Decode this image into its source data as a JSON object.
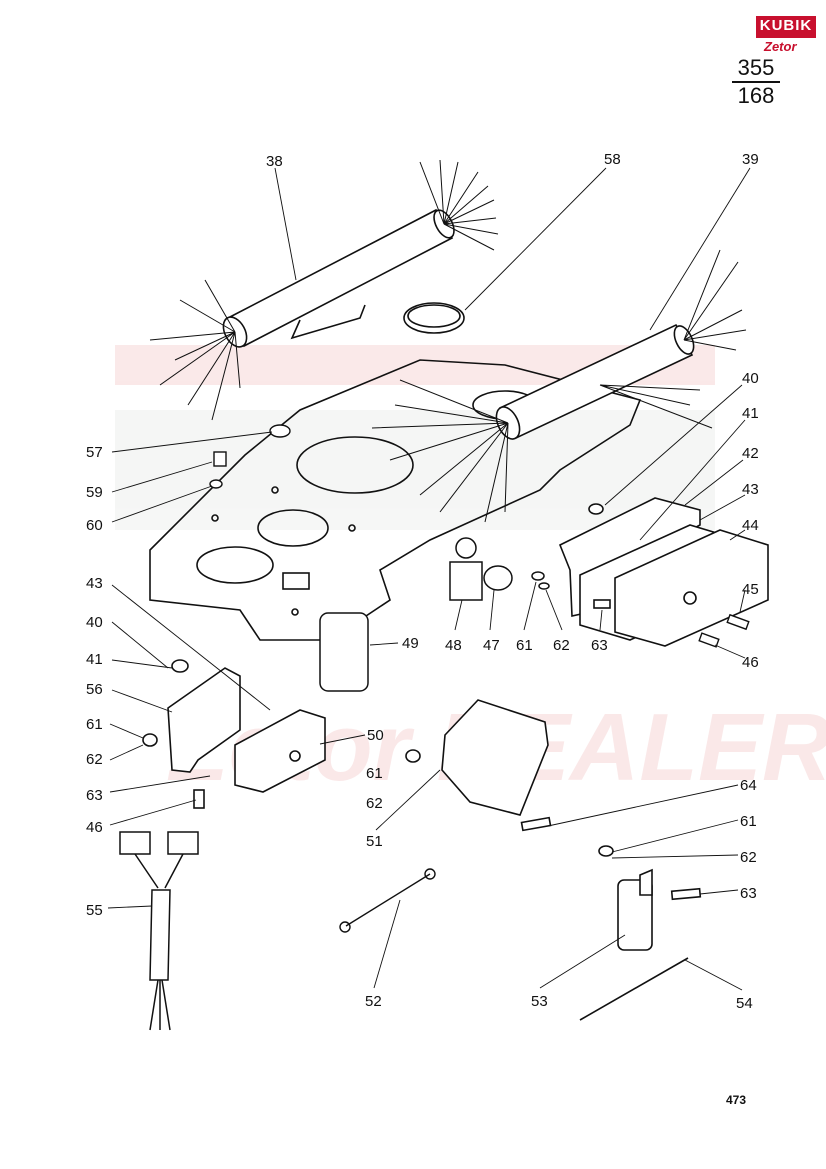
{
  "logo": {
    "brand": "KUBIK",
    "sub": "Zetor"
  },
  "page_ref": {
    "top": "355",
    "bottom": "168"
  },
  "page_number": "473",
  "watermark": "Zetor DEALER",
  "callouts": [
    {
      "id": "c38",
      "text": "38"
    },
    {
      "id": "c58",
      "text": "58"
    },
    {
      "id": "c39",
      "text": "39"
    },
    {
      "id": "c40a",
      "text": "40"
    },
    {
      "id": "c41a",
      "text": "41"
    },
    {
      "id": "c42",
      "text": "42"
    },
    {
      "id": "c43a",
      "text": "43"
    },
    {
      "id": "c44",
      "text": "44"
    },
    {
      "id": "c45",
      "text": "45"
    },
    {
      "id": "c46a",
      "text": "46"
    },
    {
      "id": "c57",
      "text": "57"
    },
    {
      "id": "c59",
      "text": "59"
    },
    {
      "id": "c60",
      "text": "60"
    },
    {
      "id": "c48",
      "text": "48"
    },
    {
      "id": "c47",
      "text": "47"
    },
    {
      "id": "c61a",
      "text": "61"
    },
    {
      "id": "c62a",
      "text": "62"
    },
    {
      "id": "c63a",
      "text": "63"
    },
    {
      "id": "c43b",
      "text": "43"
    },
    {
      "id": "c40b",
      "text": "40"
    },
    {
      "id": "c41b",
      "text": "41"
    },
    {
      "id": "c49",
      "text": "49"
    },
    {
      "id": "c56",
      "text": "56"
    },
    {
      "id": "c50",
      "text": "50"
    },
    {
      "id": "c61b",
      "text": "61"
    },
    {
      "id": "c62b",
      "text": "62"
    },
    {
      "id": "c63b",
      "text": "63"
    },
    {
      "id": "c46b",
      "text": "46"
    },
    {
      "id": "c61c",
      "text": "61"
    },
    {
      "id": "c62c",
      "text": "62"
    },
    {
      "id": "c51",
      "text": "51"
    },
    {
      "id": "c64",
      "text": "64"
    },
    {
      "id": "c61d",
      "text": "61"
    },
    {
      "id": "c62d",
      "text": "62"
    },
    {
      "id": "c63c",
      "text": "63"
    },
    {
      "id": "c55",
      "text": "55"
    },
    {
      "id": "c52",
      "text": "52"
    },
    {
      "id": "c53",
      "text": "53"
    },
    {
      "id": "c54",
      "text": "54"
    }
  ],
  "colors": {
    "logo_red": "#c8102e",
    "watermark": "#f6d7d7",
    "ink": "#111111"
  }
}
